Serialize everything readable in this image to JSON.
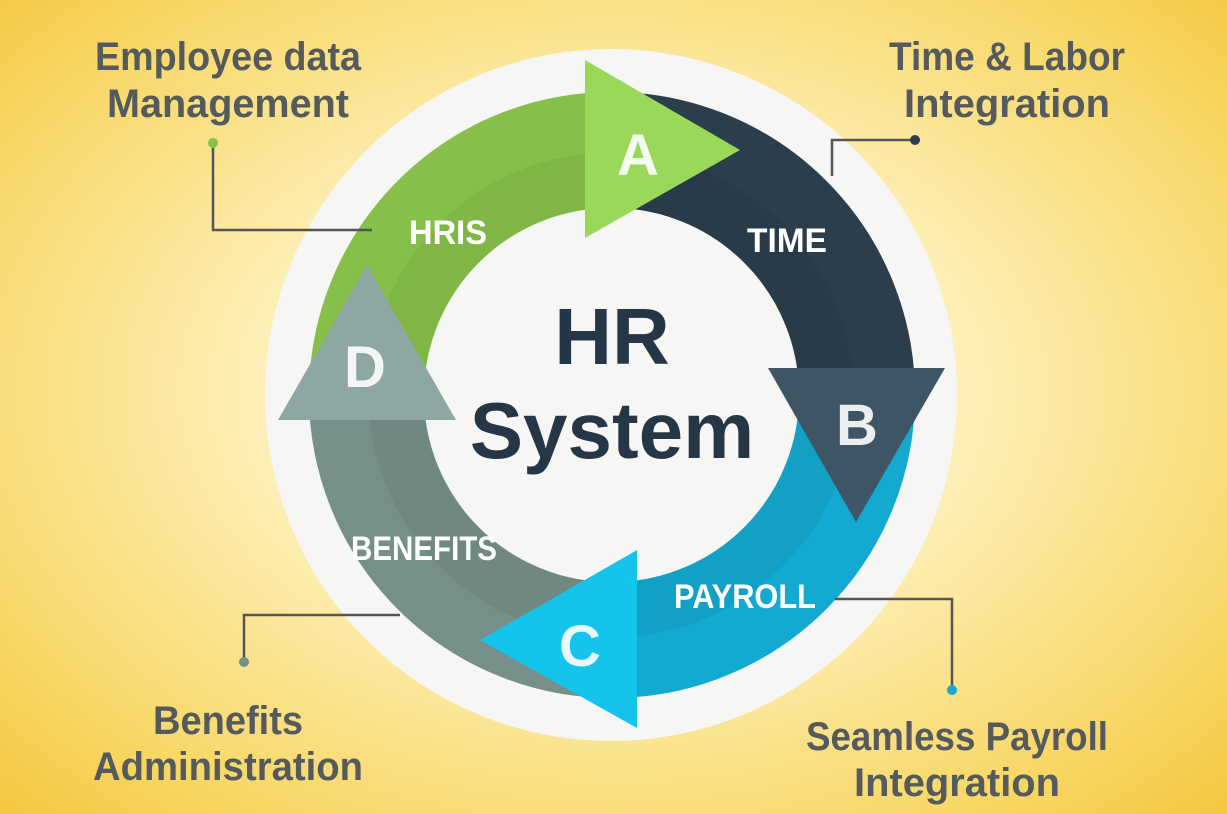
{
  "title": {
    "line1": "HR",
    "line2": "System"
  },
  "segments": [
    {
      "letter": "A",
      "label": "HRIS",
      "color": "#86c04a"
    },
    {
      "letter": "B",
      "label": "TIME",
      "color": "#2c3e4c"
    },
    {
      "letter": "C",
      "label": "PAYROLL",
      "color": "#13a9d0"
    },
    {
      "letter": "D",
      "label": "BENEFITS",
      "color": "#778f89"
    }
  ],
  "callouts": {
    "hris": {
      "line1": "Employee data",
      "line2": "Management"
    },
    "time": {
      "line1": "Time & Labor",
      "line2": "Integration"
    },
    "payroll": {
      "line1": "Seamless Payroll",
      "line2": "Integration"
    },
    "benefits": {
      "line1": "Benefits",
      "line2": "Administration"
    }
  }
}
